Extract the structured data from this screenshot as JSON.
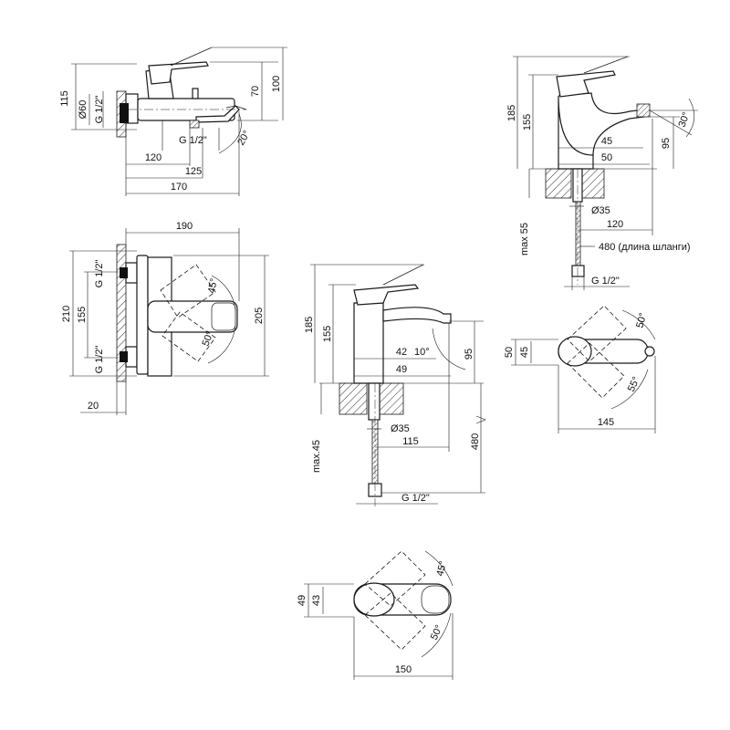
{
  "bath_side": {
    "height_115": "115",
    "diameter_60": "Ø60",
    "thread_left": "G 1/2\"",
    "height_70": "70",
    "height_100": "100",
    "thread_bottom": "G 1/2\"",
    "angle_20": "20°",
    "width_120": "120",
    "width_125": "125",
    "width_170": "170"
  },
  "bath_top": {
    "width_190": "190",
    "thread_upper": "G 1/2\"",
    "thread_lower": "G 1/2\"",
    "height_210": "210",
    "height_155": "155",
    "height_205": "205",
    "angle_45": "45°",
    "angle_50": "50°",
    "depth_20": "20"
  },
  "basin_side": {
    "height_185": "185",
    "height_155": "155",
    "width_42": "42",
    "angle_10": "10°",
    "width_49": "49",
    "height_95": "95",
    "diameter_35": "Ø35",
    "width_115": "115",
    "max_45": "max.45",
    "hose_480": "480",
    "thread": "G 1/2\""
  },
  "bidet_side": {
    "height_185": "185",
    "height_155": "155",
    "width_45": "45",
    "width_50": "50",
    "height_95": "95",
    "angle_30": "30°",
    "diameter_35": "Ø35",
    "width_120": "120",
    "max_55": "max 55",
    "hose_label": "480 (длина шланги)",
    "thread": "G 1/2\""
  },
  "bidet_top": {
    "height_50": "50",
    "height_45": "45",
    "angle_50": "50°",
    "angle_55": "55°",
    "width_145": "145"
  },
  "basin_top": {
    "height_49": "49",
    "height_43": "43",
    "angle_45": "45°",
    "angle_50": "50°",
    "width_150": "150"
  }
}
